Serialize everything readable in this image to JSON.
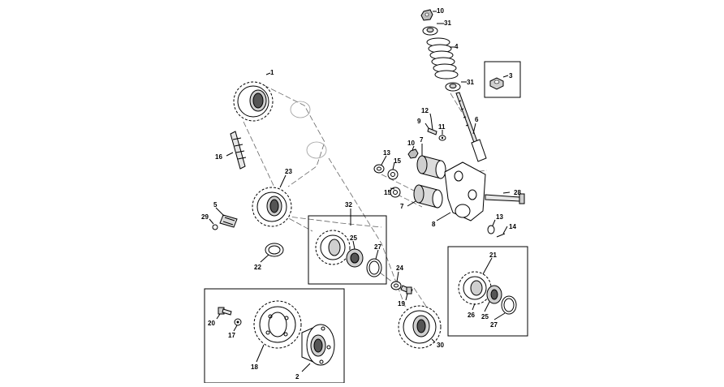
{
  "callouts": {
    "c1": "1",
    "c2": "2",
    "c3": "3",
    "c4": "4",
    "c5": "5",
    "c6": "6",
    "c7a": "7",
    "c7b": "7",
    "c8": "8",
    "c9": "9",
    "c10a": "10",
    "c10b": "10",
    "c11": "11",
    "c12": "12",
    "c13a": "13",
    "c13b": "13",
    "c14": "14",
    "c15a": "15",
    "c15b": "15",
    "c16": "16",
    "c17": "17",
    "c18": "18",
    "c19": "19",
    "c20": "20",
    "c21": "21",
    "c22": "22",
    "c23": "23",
    "c24": "24",
    "c25a": "25",
    "c25b": "25",
    "c26": "26",
    "c27a": "27",
    "c27b": "27",
    "c28": "28",
    "c29": "29",
    "c30": "30",
    "c31a": "31",
    "c31b": "31",
    "c32": "32"
  }
}
